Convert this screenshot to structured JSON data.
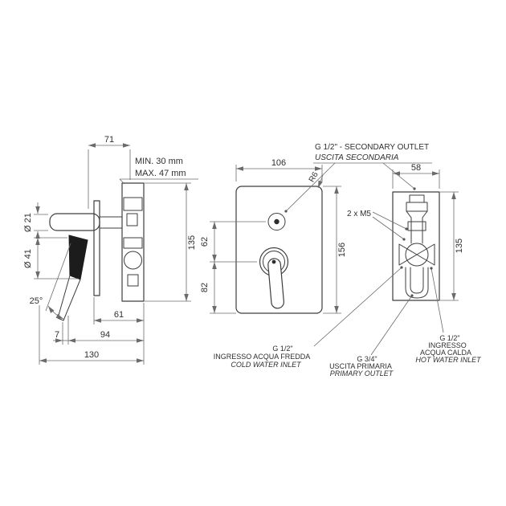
{
  "meta": {
    "background": "#ffffff",
    "line_color": "#3d3d3d",
    "dim_color": "#6b6b6b"
  },
  "labels": {
    "secondary_outlet": {
      "line1": "G 1/2\" - SECONDARY OUTLET",
      "line2": "USCITA SECONDARIA"
    },
    "screws": "2 x M5",
    "depth_min": "MIN. 30 mm",
    "depth_max": "MAX. 47 mm"
  },
  "dimensions": {
    "side_view": {
      "handle_length": "71",
      "handle_diameter": "Ø 21",
      "rosette_diameter": "Ø 41",
      "lever_angle": "25°",
      "body_height": "135",
      "depth_61": "61",
      "offset_7": "7",
      "lever_drop": "94",
      "total_depth": "130"
    },
    "front_view": {
      "plate_width": "106",
      "corner_radius": "R6",
      "plate_height": "156",
      "outlet_spacing": "62",
      "mixer_height": "82"
    },
    "rear_view": {
      "body_width": "58",
      "body_height": "135"
    }
  },
  "callouts": {
    "cold_inlet": {
      "size": "G 1/2\"",
      "line_it": "INGRESSO ACQUA FREDDA",
      "line_en": "COLD WATER INLET"
    },
    "primary_outlet": {
      "size": "G 3/4\"",
      "line_it": "USCITA PRIMARIA",
      "line_en": "PRIMARY OUTLET"
    },
    "hot_inlet": {
      "size": "G 1/2\"",
      "line_it1": "INGRESSO",
      "line_it2": "ACQUA CALDA",
      "line_en": "HOT WATER INLET"
    }
  }
}
